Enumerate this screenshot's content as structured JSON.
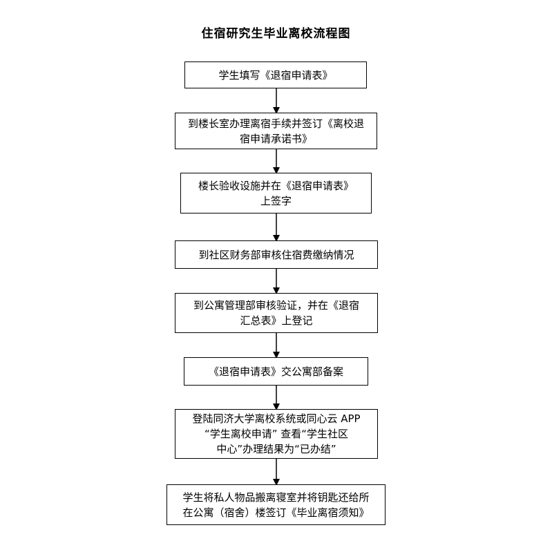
{
  "title": "住宿研究生毕业离校流程图",
  "steps": [
    {
      "lines": [
        "学生填写《退宿申请表》"
      ]
    },
    {
      "lines": [
        "到楼长室办理离宿手续并签订《离校退",
        "宿申请承诺书》"
      ]
    },
    {
      "lines": [
        "楼长验收设施并在《退宿申请表》",
        "上签字"
      ]
    },
    {
      "lines": [
        "到社区财务部审核住宿费缴纳情况"
      ]
    },
    {
      "lines": [
        "到公寓管理部审核验证，并在《退宿",
        "汇总表》上登记"
      ]
    },
    {
      "lines": [
        "《退宿申请表》交公寓部备案"
      ]
    },
    {
      "lines": [
        "登陆同济大学离校系统或同心云 APP",
        "“学生离校申请”  查看“学生社区",
        "中心”办理结果为“已办结”"
      ]
    },
    {
      "lines": [
        "学生将私人物品搬离寝室并将钥匙还给所",
        "在公寓（宿舍）楼签订《毕业离宿须知》"
      ]
    }
  ]
}
